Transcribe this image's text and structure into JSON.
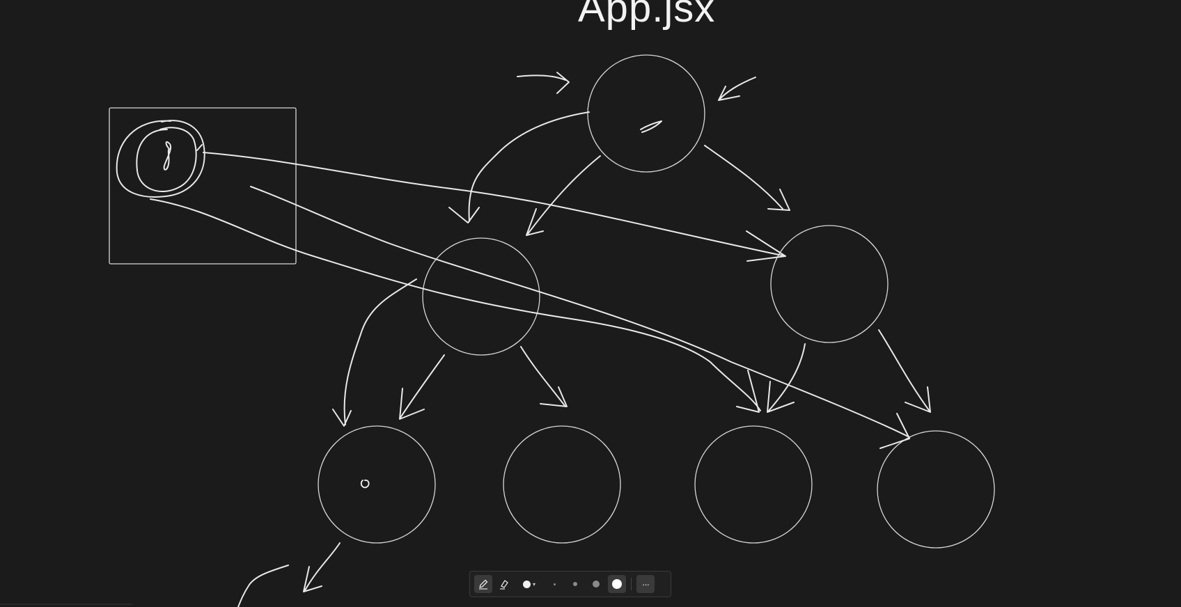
{
  "canvas": {
    "title": "App.jsx",
    "node_labels": {
      "root": "1",
      "box_node": "8",
      "leaf_1": "0"
    }
  },
  "toolbar": {
    "tools": [
      {
        "name": "pen",
        "icon": "pen-icon",
        "active": true
      },
      {
        "name": "highlighter",
        "icon": "highlighter-icon",
        "active": false
      }
    ],
    "color": {
      "value": "#f0f0f0",
      "icon": "color-swatch-icon"
    },
    "stroke_sizes": [
      {
        "label": "extra-small",
        "active": false
      },
      {
        "label": "small",
        "active": false
      },
      {
        "label": "medium",
        "active": false
      },
      {
        "label": "large",
        "active": true
      }
    ],
    "more_label": "···"
  },
  "colors": {
    "background": "#1b1b1b",
    "ink": "#e9e9e9",
    "toolbar_bg": "#202020"
  }
}
